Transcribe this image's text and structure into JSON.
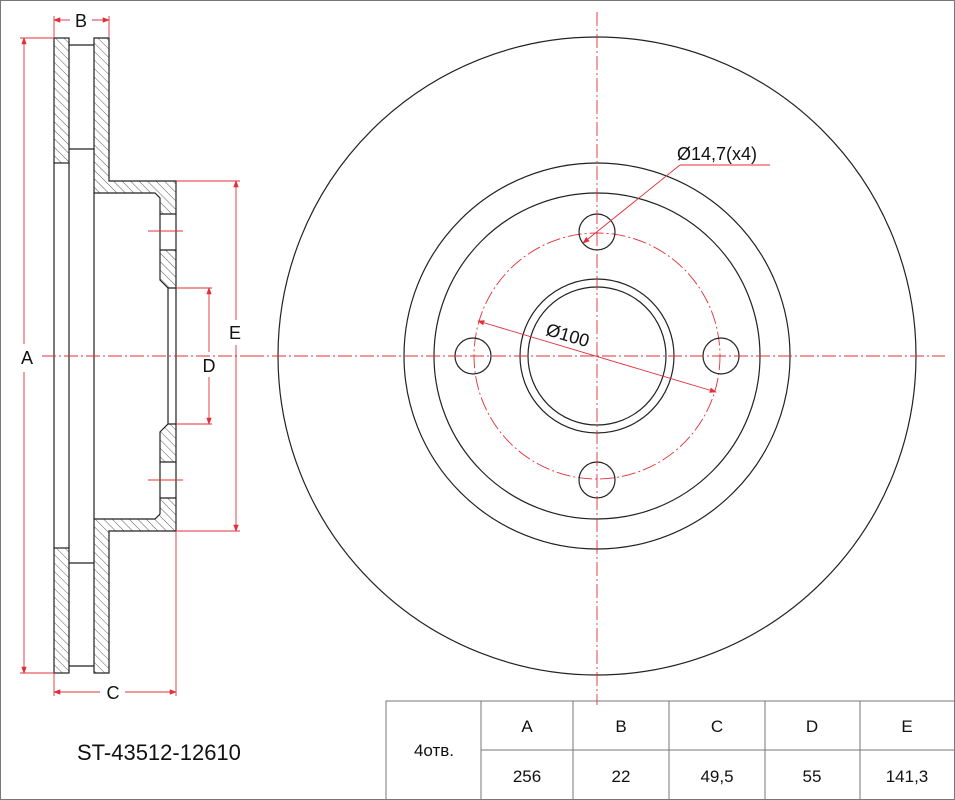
{
  "part_number": "ST-43512-12610",
  "dimension_labels": {
    "A": "A",
    "B": "B",
    "C": "C",
    "D": "D",
    "E": "E"
  },
  "annotations": {
    "bolt_hole": "Ø14,7(x4)",
    "bolt_circle": "Ø100"
  },
  "table": {
    "holes": "4отв.",
    "headers": [
      "A",
      "B",
      "C",
      "D",
      "E"
    ],
    "values": [
      "256",
      "22",
      "49,5",
      "55",
      "141,3"
    ]
  },
  "colors": {
    "line": "#222222",
    "dimension": "#e0303a"
  }
}
